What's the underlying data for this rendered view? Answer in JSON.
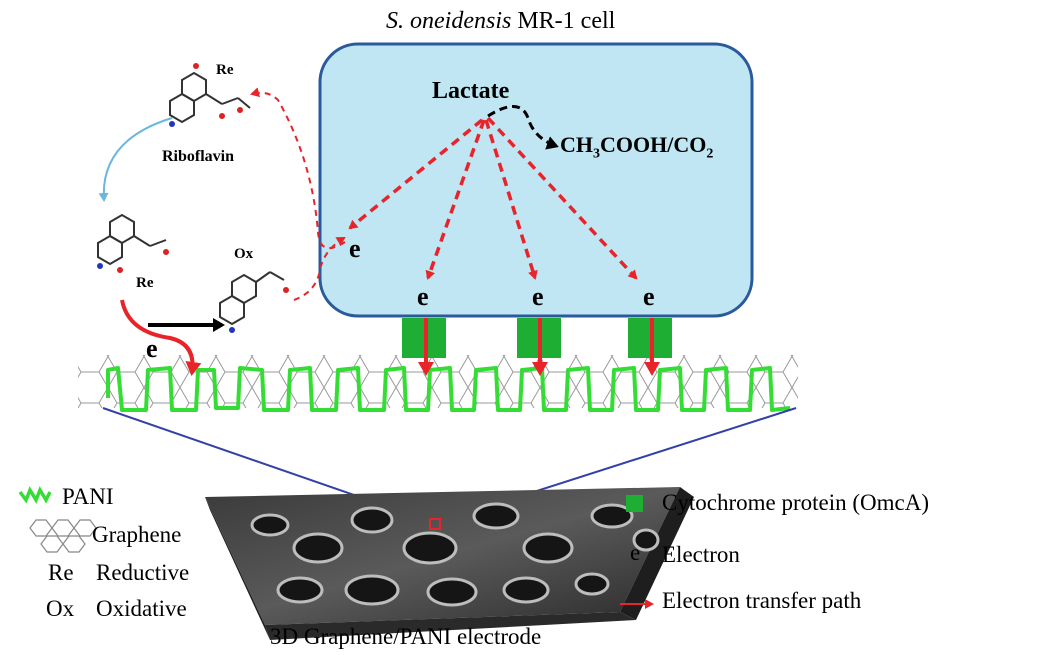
{
  "title": {
    "italic": "S. oneidensis",
    "rest": " MR-1 cell"
  },
  "cell": {
    "substrate": "Lactate",
    "product": {
      "pre": "CH",
      "s1": "3",
      "mid": "COOH/CO",
      "s2": "2"
    },
    "electron_symbol": "e"
  },
  "mediator": {
    "name": "Riboflavin",
    "state_reduced": "Re",
    "state_oxidized": "Ox"
  },
  "electrode_label": "3D Graphene/PANI electrode",
  "legend_left": [
    {
      "symbol": "",
      "text": "PANI"
    },
    {
      "symbol": "",
      "text": "Graphene"
    },
    {
      "symbol": "Re",
      "text": "Reductive"
    },
    {
      "symbol": "Ox",
      "text": "Oxidative"
    }
  ],
  "legend_right": [
    {
      "symbol": "",
      "text": "Cytochrome protein (OmcA)"
    },
    {
      "symbol": "e",
      "text": "Electron"
    },
    {
      "symbol": "",
      "text": "Electron transfer path"
    }
  ],
  "colors": {
    "cell_fill": "#bfe6f2",
    "cell_stroke": "#2a5a9c",
    "pani": "#33dd33",
    "cytochrome": "#1fae34",
    "arrow": "#e8232a",
    "mediator_arrow": "#6ab6dd",
    "zoom_line": "#3340a8"
  }
}
